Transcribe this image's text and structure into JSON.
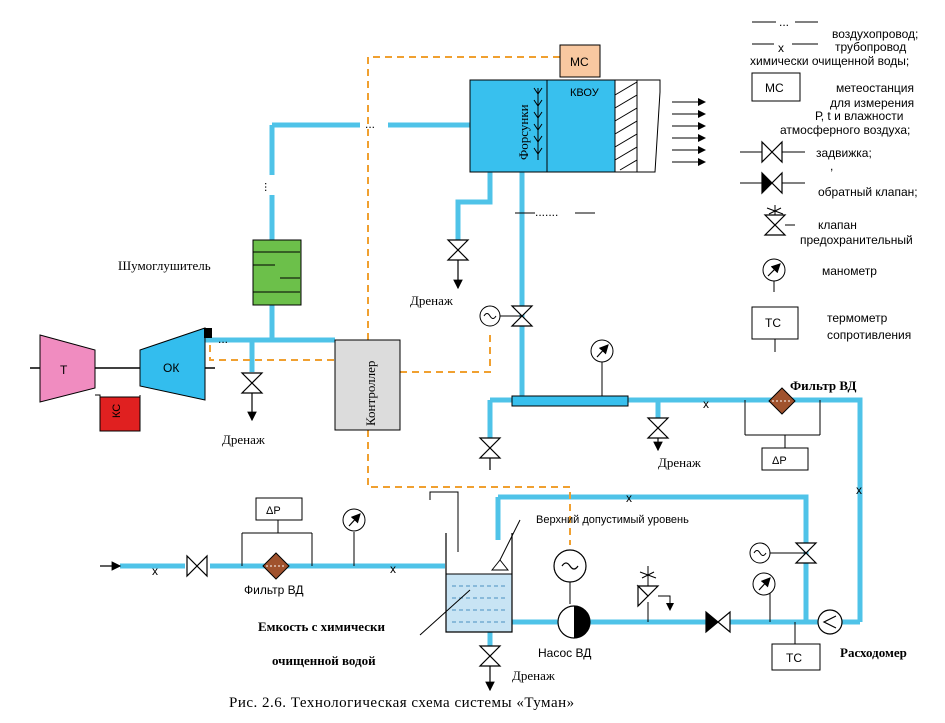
{
  "colors": {
    "water_pipe": "#4fc3e8",
    "air_dash": "#f0a030",
    "turbine": "#f08cc0",
    "compressor": "#33bdee",
    "ks": "#e02020",
    "silencer": "#6cc04a",
    "controller": "#dcdcdc",
    "ms": "#f8c8a0",
    "kvou": "#38c0ee",
    "tank_water": "#c8e4f4",
    "filter": "#a0522d"
  },
  "units": {
    "t": "Т",
    "ok": "ОК",
    "ks": "КС",
    "ms": "МС",
    "kvou": "КВОУ",
    "forsunki": "Форсунки",
    "controller": "Контроллер",
    "tc": "ТС",
    "dp": "ΔР"
  },
  "labels": {
    "silencer": "Шумоглушитель",
    "drain": "Дренаж",
    "filter_vd": "Фильтр ВД",
    "filter_vd_2": "Фильтр ВД",
    "upper_level": "Верхний допустимый уровень",
    "tank_line1": "Емкость с химически",
    "tank_line2": "очищенной водой",
    "pump": "Насос ВД",
    "flowmeter": "Расходомер",
    "x": "x"
  },
  "legend": {
    "air_duct": "воздухопровод;",
    "water_pipe_l1": "трубопровод",
    "water_pipe_l2": "химически очищенной воды;",
    "ms_l1": "метеостанция",
    "ms_l2": "для измерения",
    "ms_l3": "Р, t и влажности",
    "ms_l4": "атмосферного воздуха;",
    "gate_valve": "задвижка;",
    "check_valve": "обратный клапан;",
    "safety_l1": "клапан",
    "safety_l2": "предохранительный",
    "manometer": "манометр",
    "tc_l1": "термометр",
    "tc_l2": "сопротивления",
    "x_mark": "x",
    "dots": "...",
    "comma": ","
  },
  "caption": "Рис. 2.6.  Технологическая  схема  системы  «Туман»"
}
